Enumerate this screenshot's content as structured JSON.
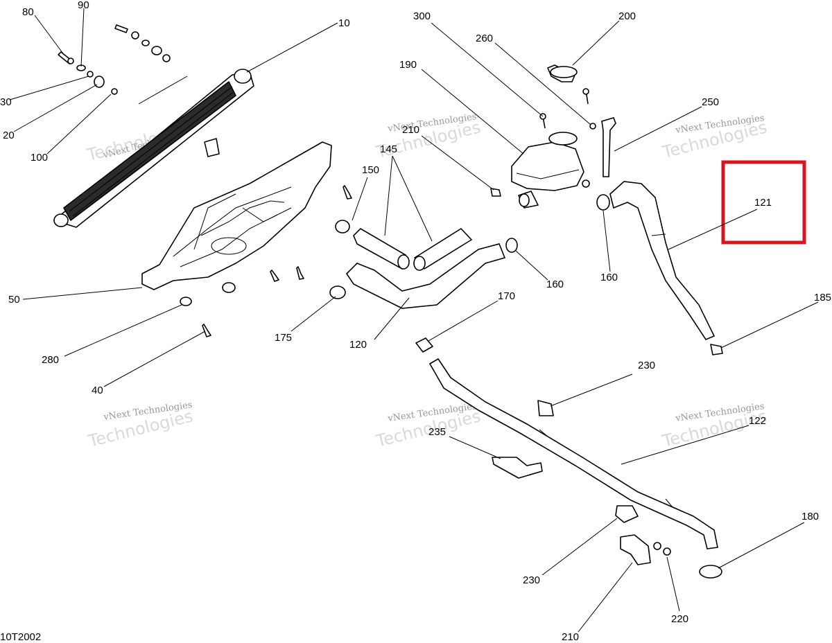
{
  "diagram": {
    "drawing_code": "10T2002",
    "watermark": {
      "line1": "vNext Technologies",
      "line2": "Technologies"
    },
    "highlight_color": "#d8141c",
    "callouts": {
      "c80": "80",
      "c90": "90",
      "c10": "10",
      "c30": "30",
      "c20": "20",
      "c100": "100",
      "c50": "50",
      "c280": "280",
      "c40": "40",
      "c175": "175",
      "c150": "150",
      "c145": "145",
      "c120": "120",
      "c160a": "160",
      "c160b": "160",
      "c170": "170",
      "c300": "300",
      "c190": "190",
      "c260": "260",
      "c200": "200",
      "c250": "250",
      "c210top": "210",
      "c121": "121",
      "c185": "185",
      "c230a": "230",
      "c235": "235",
      "c122": "122",
      "c230b": "230",
      "c180": "180",
      "c220": "220",
      "c210bot": "210"
    }
  }
}
